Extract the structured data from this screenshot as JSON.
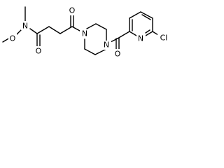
{
  "molecule": {
    "atoms": {
      "o_methoxy": "O",
      "n_amide": "N",
      "o_amide_carbonyl": "O",
      "o_ketone": "O",
      "n_piperazine_left": "N",
      "n_piperazine_right": "N",
      "o_aroyl": "O",
      "n_pyridine": "N",
      "cl": "Cl"
    }
  }
}
